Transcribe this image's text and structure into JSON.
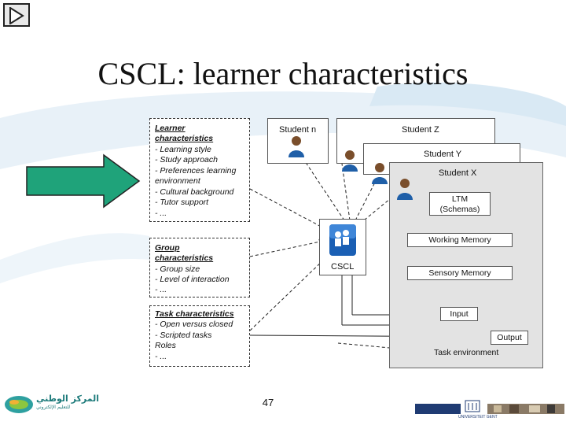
{
  "slide": {
    "title": "CSCL: learner characteristics",
    "page_number": "47",
    "accent_color": "#1fa37a"
  },
  "nav": {
    "play_icon": "play-triangle-icon"
  },
  "diagram": {
    "learner": {
      "heading_1": "Learner",
      "heading_2": "characteristics",
      "items": [
        "- Learning style",
        "- Study approach",
        "- Preferences learning",
        "  environment",
        "- Cultural background",
        "- Tutor support",
        "- ..."
      ]
    },
    "group": {
      "heading_1": "Group",
      "heading_2": "characteristics",
      "items": [
        "- Group size",
        "- Level of interaction",
        "- ..."
      ]
    },
    "task": {
      "heading": "Task characteristics",
      "items": [
        "- Open versus closed",
        "- Scripted tasks",
        "  Roles",
        "- ..."
      ]
    },
    "students": {
      "n": "Student n",
      "z": "Student Z",
      "y": "Student Y",
      "x": "Student X"
    },
    "cscl_label": "CSCL",
    "ltm_1": "LTM",
    "ltm_2": "(Schemas)",
    "working_memory": "Working Memory",
    "sensory_memory": "Sensory Memory",
    "input": "Input",
    "output": "Output",
    "task_environment": "Task environment"
  },
  "footer": {
    "logo_left_text": "المركز الوطني",
    "logo_left_sub": "للتعليم الإلكتروني",
    "logo_right_text": "UNIVERSITEIT GENT"
  }
}
